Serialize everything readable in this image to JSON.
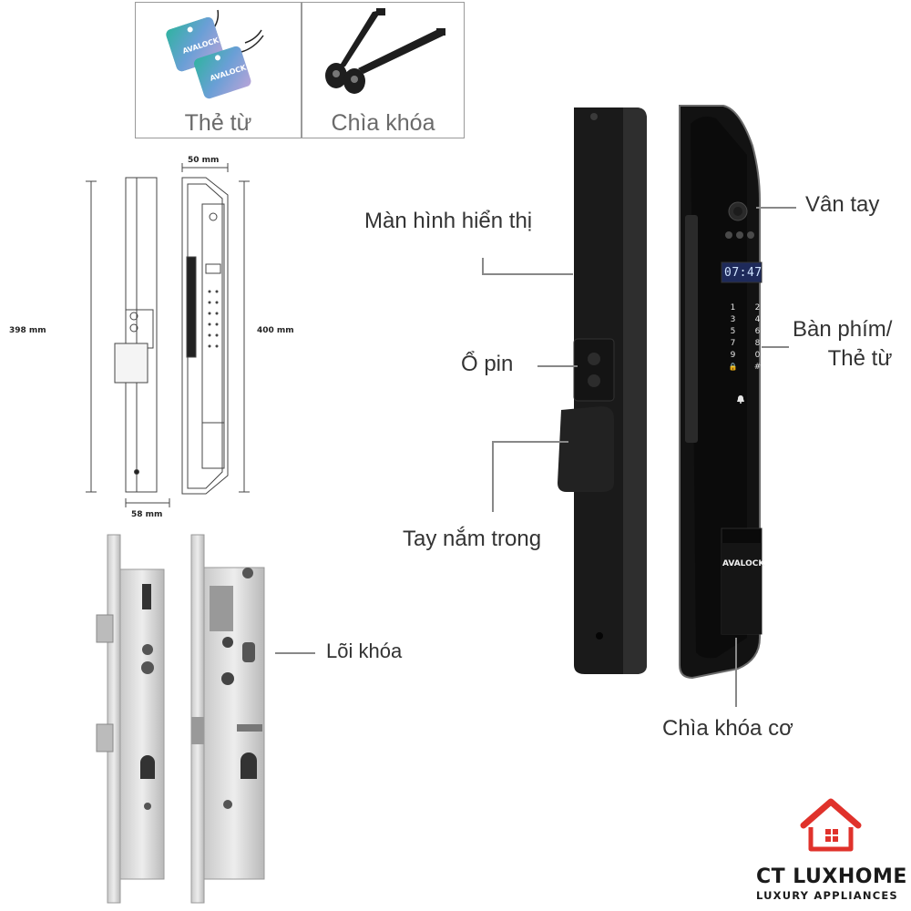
{
  "accessories": {
    "card_label": "Thẻ từ",
    "key_label": "Chìa khóa"
  },
  "dimensions": {
    "height_back": "398 mm",
    "height_front": "400 mm",
    "width_front": "50 mm",
    "width_back": "58 mm"
  },
  "lock_core": {
    "label": "Lõi khóa"
  },
  "callouts": {
    "display": "Màn hình hiển thị",
    "fingerprint": "Vân tay",
    "keypad_line1": "Bàn phím/",
    "keypad_line2": "Thẻ từ",
    "battery": "Ổ pin",
    "inner_handle": "Tay nắm trong",
    "mechanical_key": "Chìa khóa cơ"
  },
  "device": {
    "screen_time": "07:47",
    "brand": "AVALOCK",
    "keys": [
      "1",
      "2",
      "3",
      "4",
      "5",
      "6",
      "7",
      "8",
      "9",
      "0",
      "🔒",
      "#"
    ]
  },
  "logo": {
    "name": "CT LUXHOME",
    "tagline": "LUXURY APPLIANCES",
    "color": "#e0322b"
  }
}
